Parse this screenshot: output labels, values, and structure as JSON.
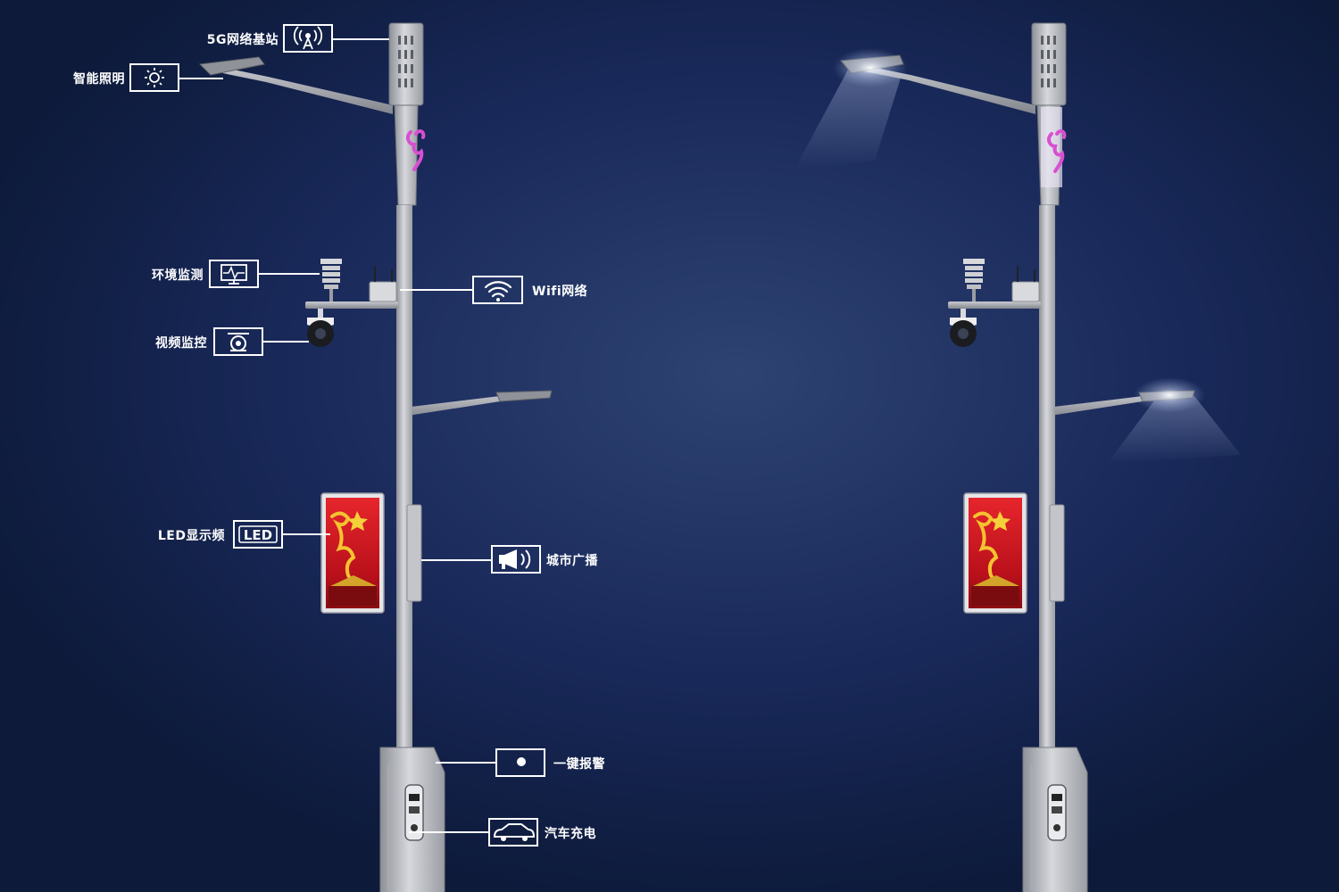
{
  "features": {
    "base_station": "5G网络基站",
    "lighting": "智能照明",
    "environment": "环境监测",
    "video": "视频监控",
    "wifi": "Wifi网络",
    "led_screen": "LED显示频",
    "broadcast": "城市广播",
    "alarm": "一键报警",
    "charging": "汽车充电"
  },
  "icons": {
    "base_station": "antenna-tower-icon",
    "lighting": "sun-icon",
    "environment": "monitor-pulse-icon",
    "video": "camera-icon",
    "wifi": "wifi-icon",
    "led_screen": "led-badge-icon",
    "broadcast": "megaphone-icon",
    "alarm": "alarm-dot-icon",
    "charging": "electric-car-icon"
  },
  "led_badge_text": "LED",
  "colors": {
    "background": "#0f1e40",
    "glow": "#2a3f6e",
    "pole": "#b9bcc2",
    "screen": "#c8141c",
    "banner_flower": "#d84fd0"
  }
}
